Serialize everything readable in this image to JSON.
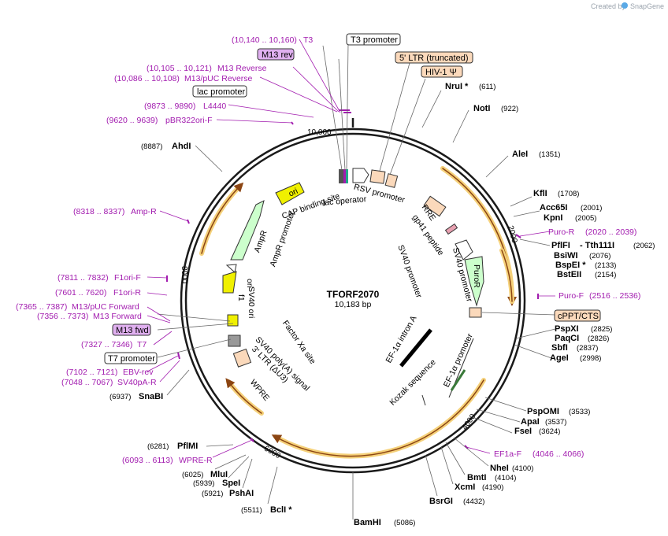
{
  "credit": {
    "prefix": "Created by",
    "brand": "SnapGene"
  },
  "plasmid": {
    "name": "TFORF2070",
    "size": "10,183 bp"
  },
  "ticks": [
    "2000",
    "4000",
    "6000",
    "8000",
    "10,000"
  ],
  "sites": [
    {
      "name": "NruI *",
      "pos": "(611)"
    },
    {
      "name": "NotI",
      "pos": "(922)"
    },
    {
      "name": "AleI",
      "pos": "(1351)"
    },
    {
      "name": "KflI",
      "pos": "(1708)"
    },
    {
      "name": "Acc65I",
      "pos": "(2001)"
    },
    {
      "name": "KpnI",
      "pos": "(2005)"
    },
    {
      "name": "PflFI",
      "pos": ""
    },
    {
      "name": "- Tth111I",
      "pos": "(2062)"
    },
    {
      "name": "BsiWI",
      "pos": "(2076)"
    },
    {
      "name": "BspEI *",
      "pos": "(2133)"
    },
    {
      "name": "BstEII",
      "pos": "(2154)"
    },
    {
      "name": "PspXI",
      "pos": "(2825)"
    },
    {
      "name": "PaqCI",
      "pos": "(2826)"
    },
    {
      "name": "SbfI",
      "pos": "(2837)"
    },
    {
      "name": "AgeI",
      "pos": "(2998)"
    },
    {
      "name": "PspOMI",
      "pos": "(3533)"
    },
    {
      "name": "ApaI",
      "pos": "(3537)"
    },
    {
      "name": "FseI",
      "pos": "(3624)"
    },
    {
      "name": "NheI",
      "pos": "(4100)"
    },
    {
      "name": "BmtI",
      "pos": "(4104)"
    },
    {
      "name": "XcmI",
      "pos": "(4190)"
    },
    {
      "name": "BsrGI",
      "pos": "(4432)"
    },
    {
      "name": "BamHI",
      "pos": "(5086)"
    },
    {
      "name": "BclI *",
      "pos": "(5511)"
    },
    {
      "name": "PshAI",
      "pos": "(5921)"
    },
    {
      "name": "SpeI",
      "pos": "(5939)"
    },
    {
      "name": "MluI",
      "pos": "(6025)"
    },
    {
      "name": "PflMI",
      "pos": "(6281)"
    },
    {
      "name": "SnaBI",
      "pos": "(6937)"
    },
    {
      "name": "AhdI",
      "pos": "(8887)"
    }
  ],
  "primers": [
    {
      "name": "T3",
      "range": "(10,140 .. 10,160)"
    },
    {
      "name": "M13 Reverse",
      "range": "(10,105 .. 10,121)"
    },
    {
      "name": "M13/pUC Reverse",
      "range": "(10,086 .. 10,108)"
    },
    {
      "name": "L4440",
      "range": "(9873 .. 9890)"
    },
    {
      "name": "pBR322ori-F",
      "range": "(9620 .. 9639)"
    },
    {
      "name": "Amp-R",
      "range": "(8318 .. 8337)"
    },
    {
      "name": "F1ori-F",
      "range": "(7811 .. 7832)"
    },
    {
      "name": "F1ori-R",
      "range": "(7601 .. 7620)"
    },
    {
      "name": "M13/pUC Forward",
      "range": "(7365 .. 7387)"
    },
    {
      "name": "M13 Forward",
      "range": "(7356 .. 7373)"
    },
    {
      "name": "T7",
      "range": "(7327 .. 7346)"
    },
    {
      "name": "EBV-rev",
      "range": "(7102 .. 7121)"
    },
    {
      "name": "SV40pA-R",
      "range": "(7048 .. 7067)"
    },
    {
      "name": "WPRE-R",
      "range": "(6093 .. 6113)"
    },
    {
      "name": "Puro-R",
      "range": "(2020 .. 2039)"
    },
    {
      "name": "Puro-F",
      "range": "(2516 .. 2536)"
    },
    {
      "name": "EF1a-F",
      "range": "(4046 .. 4066)"
    }
  ],
  "boxed": {
    "m13rev": "M13 rev",
    "m13fwd": "M13 fwd",
    "t3prom": "T3 promoter",
    "lacprom": "lac promoter",
    "t7prom": "T7 promoter",
    "ltr5": "5' LTR (truncated)",
    "hiv": "HIV-1 Ψ",
    "cppt": "cPPT/CTS"
  },
  "features": {
    "rsv": "RSV promoter",
    "lacop": "lac operator",
    "cap": "CAP binding site",
    "ori": "ori",
    "ampr": "AmpR",
    "amprprom": "AmpR promoter",
    "f1": "f1",
    "f1ori": "ori",
    "sv40ori": "SV40 ori",
    "rre": "RRE",
    "gp41": "gp41 peptide",
    "sv40prom1": "SV40 promoter",
    "sv40prom2": "SV40 promoter",
    "puror": "PuroR",
    "ef1prom": "EF-1α promoter",
    "ef1intron": "EF-1α intron A",
    "kozak": "Kozak sequence",
    "factorxa": "Factor Xa site",
    "sv40pa": "SV40 poly(A) signal",
    "ltr3": "3' LTR (ΔU3)",
    "wpre": "WPRE"
  },
  "colors": {
    "backbone": "#1a1a1a",
    "orf": "#f5d17a",
    "orf_edge": "#8b4513",
    "primer": "#a21caf",
    "ori": "#f0f000",
    "ampr": "#ccffcc",
    "ltr": "#fbd9bb",
    "box_purple": "#e0b0f0"
  }
}
